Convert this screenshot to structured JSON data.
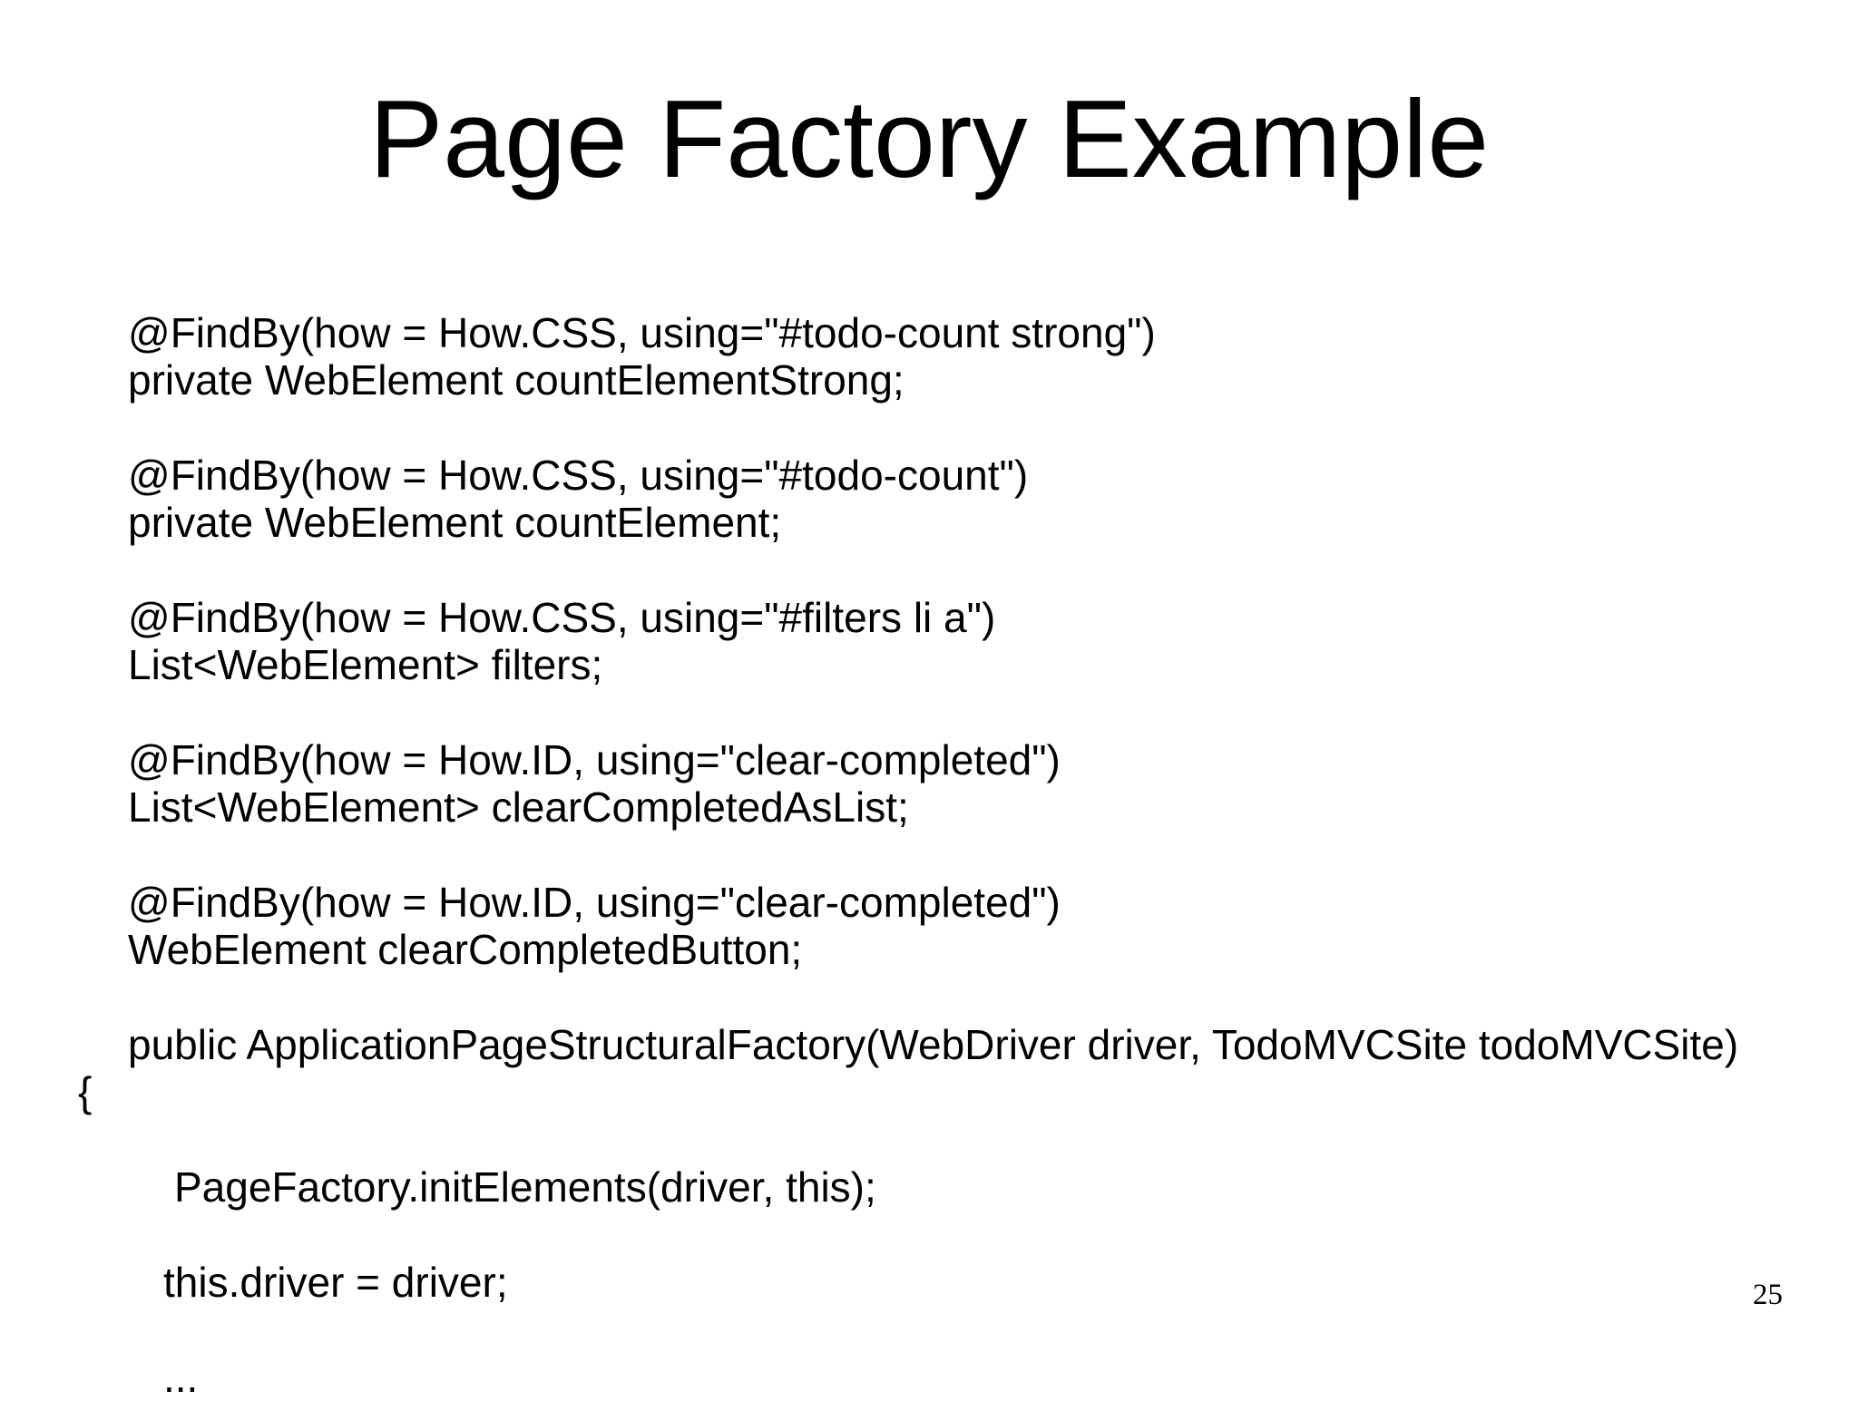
{
  "slide": {
    "title": "Page Factory Example",
    "code_lines": [
      "@FindBy(how = How.CSS, using=\"#todo-count strong\")",
      "private WebElement countElementStrong;",
      "@FindBy(how = How.CSS, using=\"#todo-count\")",
      "private WebElement countElement;",
      "@FindBy(how = How.CSS, using=\"#filters li a\")",
      "List<WebElement> filters;",
      "@FindBy(how = How.ID, using=\"clear-completed\")",
      "List<WebElement> clearCompletedAsList;",
      "@FindBy(how = How.ID, using=\"clear-completed\")",
      "WebElement clearCompletedButton;",
      "public ApplicationPageStructuralFactory(WebDriver driver, TodoMVCSite todoMVCSite)",
      "{",
      "PageFactory.initElements(driver, this);",
      "this.driver = driver;",
      "..."
    ],
    "page_number": "25"
  }
}
